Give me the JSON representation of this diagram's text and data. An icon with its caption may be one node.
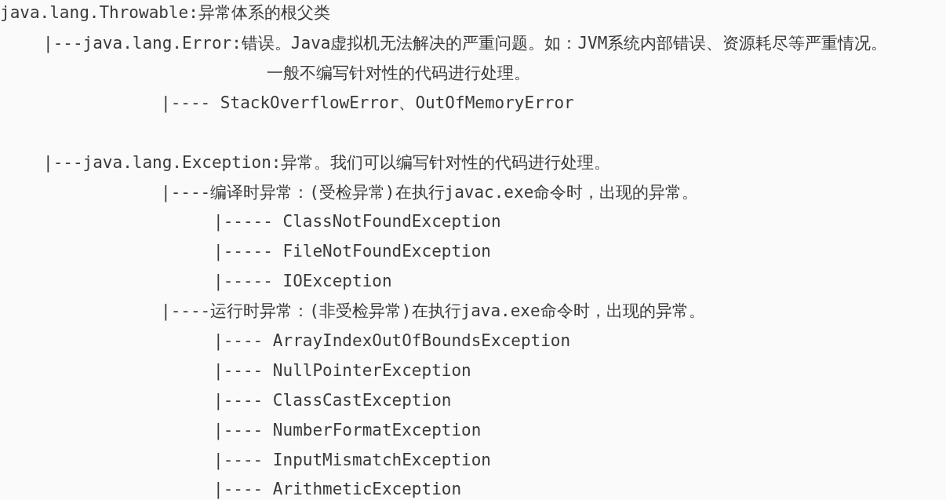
{
  "diagram": {
    "labels": [
      "java.lang.Throwable:异常体系的根父类",
      "|---java.lang.Error:错误。Java虚拟机无法解决的严重问题。如：JVM系统内部错误、资源耗尽等严重情况。",
      "一般不编写针对性的代码进行处理。",
      "|---- StackOverflowError、OutOfMemoryError",
      "|---java.lang.Exception:异常。我们可以编写针对性的代码进行处理。",
      "|----编译时异常：(受检异常)在执行javac.exe命令时，出现的异常。",
      "|----- ClassNotFoundException",
      "|----- FileNotFoundException",
      "|----- IOException",
      "|----运行时异常：(非受检异常)在执行java.exe命令时，出现的异常。",
      "|---- ArrayIndexOutOfBoundsException",
      "|---- NullPointerException",
      "|---- ClassCastException",
      "|---- NumberFormatException",
      "|---- InputMismatchException",
      "|---- ArithmeticException"
    ]
  }
}
